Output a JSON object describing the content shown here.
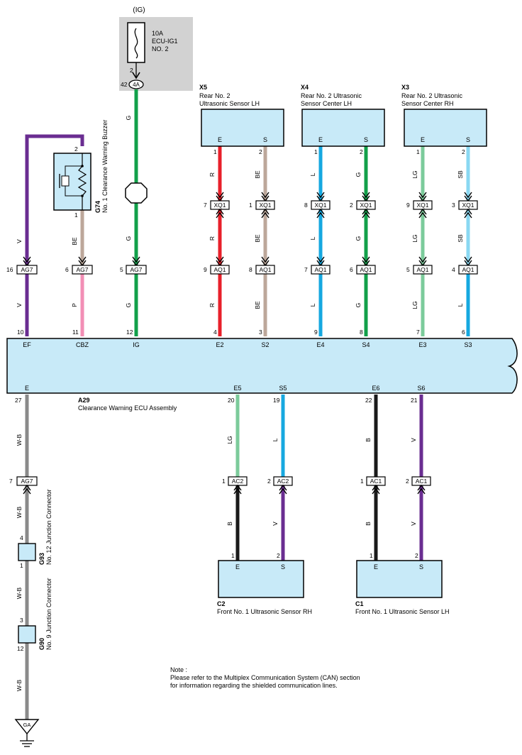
{
  "power": {
    "ig_label": "(IG)",
    "fuse_amp": "10A",
    "fuse_name1": "ECU-IG1",
    "fuse_name2": "NO. 2",
    "fuse_pin": "2",
    "conn_pin": "42",
    "conn": "4A"
  },
  "ecu": {
    "code": "A29",
    "name": "Clearance Warning ECU Assembly",
    "top_terminals": [
      {
        "pin": "10",
        "name": "EF"
      },
      {
        "pin": "11",
        "name": "CBZ"
      },
      {
        "pin": "12",
        "name": "IG"
      },
      {
        "pin": "4",
        "name": "E2"
      },
      {
        "pin": "3",
        "name": "S2"
      },
      {
        "pin": "9",
        "name": "E4"
      },
      {
        "pin": "8",
        "name": "S4"
      },
      {
        "pin": "7",
        "name": "E3"
      },
      {
        "pin": "6",
        "name": "S3"
      }
    ],
    "bottom_terminals": [
      {
        "pin": "27",
        "name": "E"
      },
      {
        "pin": "20",
        "name": "E5"
      },
      {
        "pin": "19",
        "name": "S5"
      },
      {
        "pin": "22",
        "name": "E6"
      },
      {
        "pin": "21",
        "name": "S6"
      }
    ]
  },
  "buzzer": {
    "code": "G74",
    "name": "No. 1 Clearance Warning Buzzer",
    "pin_top": "2",
    "pin_bottom": "1"
  },
  "rear_sensors": [
    {
      "code": "X5",
      "line1": "Rear No. 2",
      "line2": "Ultrasonic Sensor LH",
      "term_e": "E",
      "term_s": "S",
      "pin_e": "1",
      "pin_s": "2"
    },
    {
      "code": "X4",
      "line1": "Rear No. 2 Ultrasonic",
      "line2": "Sensor Center LH",
      "term_e": "E",
      "term_s": "S",
      "pin_e": "1",
      "pin_s": "2"
    },
    {
      "code": "X3",
      "line1": "Rear No. 2 Ultrasonic",
      "line2": "Sensor Center RH",
      "term_e": "E",
      "term_s": "S",
      "pin_e": "1",
      "pin_s": "2"
    }
  ],
  "front_sensors": [
    {
      "code": "C2",
      "name": "Front No. 1 Ultrasonic Sensor RH",
      "term_e": "E",
      "term_s": "S",
      "pin_e": "1",
      "pin_s": "2"
    },
    {
      "code": "C1",
      "name": "Front No. 1 Ultrasonic Sensor LH",
      "term_e": "E",
      "term_s": "S",
      "pin_e": "1",
      "pin_s": "2"
    }
  ],
  "wires": {
    "ef": {
      "upper_color": "V",
      "lower_color": "V",
      "conn": "AG7",
      "conn_pin": "16"
    },
    "cbz": {
      "upper_color": "BE",
      "lower_color": "P",
      "conn": "AG7",
      "conn_pin": "6"
    },
    "ig": {
      "upper_color": "G",
      "mid_color": "G",
      "lower_color": "G",
      "conn": "AG7",
      "conn_pin": "5"
    },
    "rear": [
      {
        "top": "R",
        "mid": "R",
        "bottom": "R",
        "xq_pin": "7",
        "aq_pin": "9"
      },
      {
        "top": "BE",
        "mid": "BE",
        "bottom": "BE",
        "xq_pin": "1",
        "aq_pin": "8"
      },
      {
        "top": "L",
        "mid": "L",
        "bottom": "L",
        "xq_pin": "8",
        "aq_pin": "7"
      },
      {
        "top": "G",
        "mid": "G",
        "bottom": "G",
        "xq_pin": "2",
        "aq_pin": "6"
      },
      {
        "top": "LG",
        "mid": "LG",
        "bottom": "LG",
        "xq_pin": "9",
        "aq_pin": "5"
      },
      {
        "top": "SB",
        "mid": "SB",
        "bottom": "L",
        "xq_pin": "3",
        "aq_pin": "4"
      }
    ],
    "rear_conn_top": "XQ1",
    "rear_conn_bottom": "AQ1",
    "front": [
      {
        "top": "LG",
        "bottom": "B",
        "conn": "AC2",
        "conn_pin": "1"
      },
      {
        "top": "L",
        "bottom": "V",
        "conn": "AC2",
        "conn_pin": "2"
      },
      {
        "top": "B",
        "bottom": "B",
        "conn": "AC1",
        "conn_pin": "1"
      },
      {
        "top": "V",
        "bottom": "V",
        "conn": "AC1",
        "conn_pin": "2"
      }
    ],
    "ground": {
      "w1": "W-B",
      "w2": "W-B",
      "w3": "W-B",
      "w4": "W-B",
      "conn": "AG7",
      "conn_pin": "7",
      "ground_label": "GA"
    }
  },
  "junctions": [
    {
      "code": "G93",
      "name": "No. 12 Junction Connector",
      "pin_top": "4",
      "pin_bottom": "1"
    },
    {
      "code": "G90",
      "name": "No. 9 Junction Connector",
      "pin_top": "3",
      "pin_bottom": "12"
    }
  ],
  "note": {
    "title": "Note :",
    "line1": "Please refer to the Multiplex Communication System (CAN) section",
    "line2": "for information regarding the shielded communication lines."
  },
  "colors": {
    "violet": "#6a2d91",
    "pink": "#f28eb5",
    "beige": "#bca79a",
    "green": "#12a04a",
    "red": "#e8202a",
    "blue": "#16a8e0",
    "light_green": "#7ccb9b",
    "sky_blue": "#8ad8f2",
    "black": "#1a1a1a",
    "gray": "#8a8a8a",
    "box_fill": "#c8eaf8",
    "fuse_bg": "#d2d2d2"
  }
}
